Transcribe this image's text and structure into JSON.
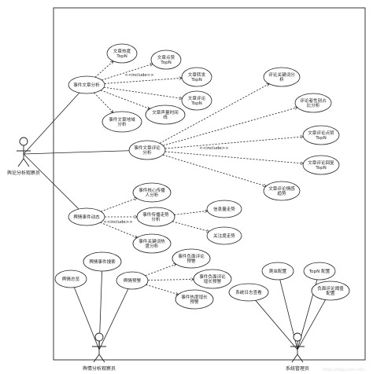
{
  "actors": [
    {
      "id": "a1",
      "name": "舆论分析观察员"
    },
    {
      "id": "a2",
      "name": "舆情分析观察员"
    },
    {
      "id": "a3",
      "name": "系统管理员"
    }
  ],
  "usecases": [
    {
      "id": "u_wzrd",
      "label": [
        "文章热度",
        "TopN"
      ]
    },
    {
      "id": "u_wzdz",
      "label": [
        "文章点赞",
        "TopN"
      ]
    },
    {
      "id": "u_wzzf",
      "label": [
        "文章转发",
        "TopN"
      ]
    },
    {
      "id": "u_wzpl",
      "label": [
        "文章评论",
        "TopN"
      ]
    },
    {
      "id": "u_wzsm",
      "label": [
        "文章声量时间",
        "线"
      ]
    },
    {
      "id": "u_dyfx",
      "label": [
        "事件文章地域",
        "分析"
      ]
    },
    {
      "id": "u_wzfx",
      "label": [
        "事件文章分析"
      ]
    },
    {
      "id": "u_plfx",
      "label": [
        "事件文章评论",
        "分析"
      ]
    },
    {
      "id": "u_plgjc",
      "label": [
        "评论关键词分",
        "析"
      ]
    },
    {
      "id": "u_plxb",
      "label": [
        "评论者性别占",
        "比分析"
      ]
    },
    {
      "id": "u_pldz",
      "label": [
        "文章评论点赞",
        "TopN"
      ]
    },
    {
      "id": "u_plhf",
      "label": [
        "文章评论回复",
        "TopN"
      ]
    },
    {
      "id": "u_plqg",
      "label": [
        "文章评论情感",
        "趋势"
      ]
    },
    {
      "id": "u_yqdt",
      "label": [
        "舆情事件动态"
      ]
    },
    {
      "id": "u_hxcb",
      "label": [
        "事件核心传播",
        "人分析"
      ]
    },
    {
      "id": "u_zsfx",
      "label": [
        "事件传播走势",
        "分析"
      ]
    },
    {
      "id": "u_gjc",
      "label": [
        "事件关键词热",
        "度分析"
      ]
    },
    {
      "id": "u_xlzs",
      "label": [
        "信息量走势"
      ]
    },
    {
      "id": "u_gzzs",
      "label": [
        "关注度走势"
      ]
    },
    {
      "id": "u_yqss",
      "label": [
        "舆情事件搜索"
      ]
    },
    {
      "id": "u_yqlb",
      "label": [
        "舆情总览"
      ]
    },
    {
      "id": "u_yqyj",
      "label": [
        "舆情预警"
      ]
    },
    {
      "id": "u_fmyj",
      "label": [
        "事件负面评论",
        "预警"
      ]
    },
    {
      "id": "u_fmzz",
      "label": [
        "事件负面评论",
        "增长预警"
      ]
    },
    {
      "id": "u_rdzz",
      "label": [
        "事件热度增长",
        "预警"
      ]
    },
    {
      "id": "u_pqpz",
      "label": [
        "爬虫配置"
      ]
    },
    {
      "id": "u_topn",
      "label": [
        "TopN 配置"
      ]
    },
    {
      "id": "u_rzck",
      "label": [
        "系统日志查看"
      ]
    },
    {
      "id": "u_fmyz",
      "label": [
        "负面评论阈值",
        "配置"
      ]
    }
  ],
  "include_labels": [
    "<<include>>",
    "<<include>>",
    "<<include>>"
  ],
  "watermark": "https://blog.csdn.net/..."
}
